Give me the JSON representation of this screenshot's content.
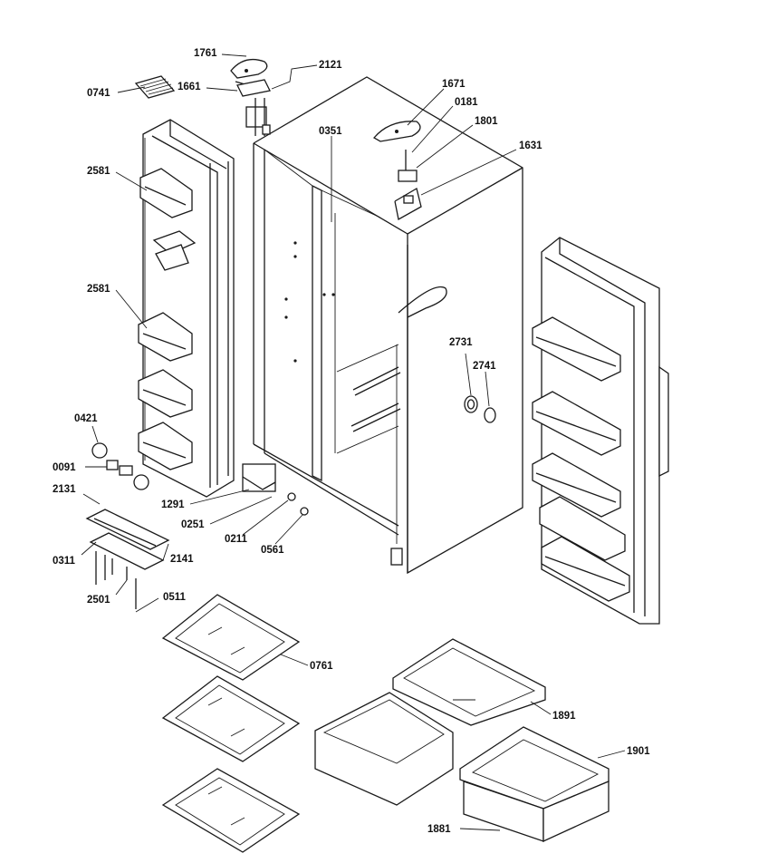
{
  "diagram": {
    "labels": {
      "p1761": "1761",
      "p2121": "2121",
      "p0741": "0741",
      "p1661": "1661",
      "p1671": "1671",
      "p0181": "0181",
      "p1801": "1801",
      "p0351": "0351",
      "p1631": "1631",
      "p2581a": "2581",
      "p2581b": "2581",
      "p2731": "2731",
      "p2741": "2741",
      "p0421": "0421",
      "p0091": "0091",
      "p2131": "2131",
      "p1291": "1291",
      "p0251": "0251",
      "p0211": "0211",
      "p0561": "0561",
      "p0311": "0311",
      "p2141": "2141",
      "p2501": "2501",
      "p0511": "0511",
      "p0761": "0761",
      "p1891": "1891",
      "p1901": "1901",
      "p1881": "1881"
    }
  }
}
